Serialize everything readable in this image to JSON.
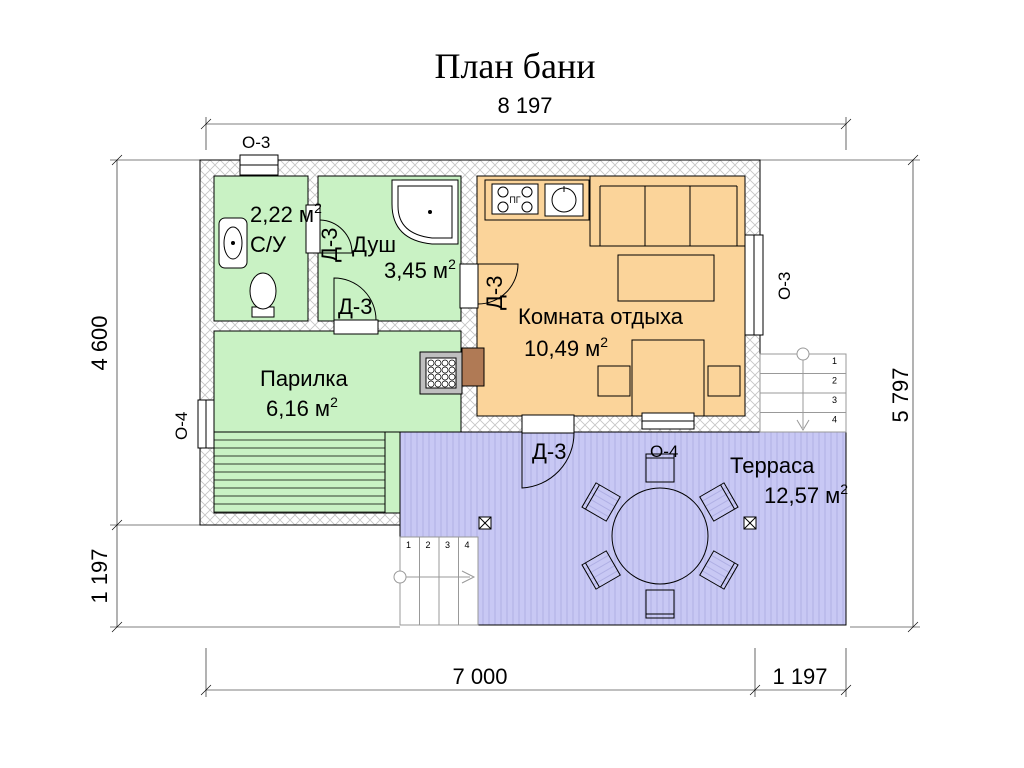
{
  "title": "План бани",
  "dimensions": {
    "top_width": "8 197",
    "left_height": "4 600",
    "left_terrace": "1 197",
    "right_height": "5 797",
    "bottom_main": "7 000",
    "bottom_terrace": "1 197"
  },
  "rooms": {
    "su": {
      "area": "2,22 м",
      "name": "С/У"
    },
    "dush": {
      "name": "Душ",
      "area": "3,45 м"
    },
    "parilka": {
      "name": "Парилка",
      "area": "6,16 м"
    },
    "komnata": {
      "name": "Комната отдыха",
      "area": "10,49 м"
    },
    "terrasa": {
      "name": "Терраса",
      "area": "12,57 м"
    },
    "sup": "2"
  },
  "openings": {
    "o3_top": "О-3",
    "o3_right": "О-3",
    "o4_left": "О-4",
    "o4_bottom": "О-4",
    "d3_su": "Д-3",
    "d3_dush": "Д-3",
    "d3_komnata": "Д-3",
    "d3_terrace": "Д-3"
  },
  "stove_label": "ПГ",
  "steps": [
    "1",
    "2",
    "3",
    "4"
  ],
  "colors": {
    "wet_rooms": "#c9f2c4",
    "rest_room": "#fbd49a",
    "terrace": "#c8c8f4",
    "wall": "#ffffff",
    "outline": "#000000"
  }
}
